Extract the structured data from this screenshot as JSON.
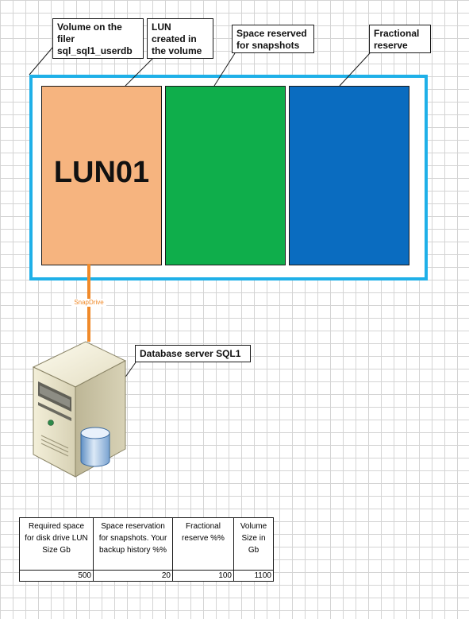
{
  "callouts": {
    "volume": "Volume on the\nfiler\nsql_sql1_userdb",
    "lun": "LUN\ncreated in\n the volume",
    "snapshots": "Space reserved\nfor snapshots",
    "fractional": "Fractional\nreserve",
    "database_server": "Database server SQL1"
  },
  "lun_name": "LUN01",
  "connection_label": "SnapDrive",
  "colors": {
    "volume_border": "#1fb0e8",
    "lun": "#f6b47f",
    "snapshot_reserve": "#0fae4b",
    "fractional_reserve": "#0a6cc0",
    "connection": "#f08a2a"
  },
  "icons": {
    "server": "server-tower-icon",
    "database": "database-cylinder-icon"
  },
  "sizing_table": {
    "headers": [
      "Required space\nfor disk drive LUN\nSize Gb",
      "Space reservation\nfor snapshots. Your\nbackup history %%",
      "Fractional\nreserve %%",
      "Volume\nSize in\nGb"
    ],
    "values": [
      "500",
      "20",
      "100",
      "1100"
    ]
  }
}
